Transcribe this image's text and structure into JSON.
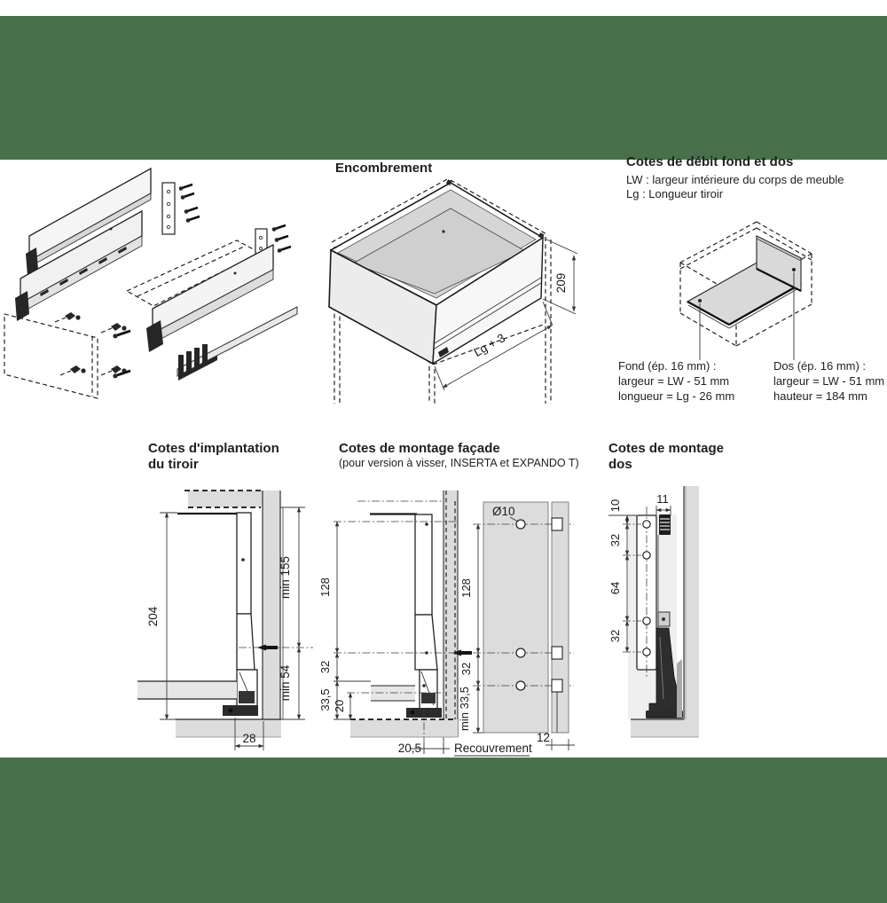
{
  "theme": {
    "band_green": "#48714B",
    "paper": "#ffffff",
    "line": "#1a1a1a",
    "panel_gray": "#dcdcdc"
  },
  "headers": {
    "encombrement": "Encombrement",
    "debit_title": "Cotes de débit fond et dos",
    "debit_lw": "LW : largeur intérieure du corps de meuble",
    "debit_lg": "Lg : Longueur tiroir",
    "implantation_1": "Cotes d'implantation",
    "implantation_2": "du tiroir",
    "facade_title": "Cotes de montage façade",
    "facade_sub": "(pour version à visser, INSERTA et EXPANDO T)",
    "dos_1": "Cotes de montage",
    "dos_2": "dos"
  },
  "encombrement": {
    "height": "209",
    "length": "Lg + 3"
  },
  "debit": {
    "fond_title": "Fond (ép. 16 mm) :",
    "fond_l1": "largeur = LW - 51 mm",
    "fond_l2": "longueur = Lg - 26 mm",
    "dos_title": "Dos (ép. 16 mm) :",
    "dos_l1": "largeur = LW - 51 mm",
    "dos_l2": "hauteur = 184 mm"
  },
  "implantation": {
    "h204": "204",
    "min155": "min 155",
    "min54": "min 54",
    "w28": "28"
  },
  "facade": {
    "d128l": "128",
    "d32l": "32",
    "d335l": "33,5",
    "d20": "20",
    "d205": "20,5",
    "recouvrement": "Recouvrement",
    "dia": "Ø10",
    "d128r": "128",
    "d32r": "32",
    "min335": "min 33,5",
    "d12": "12"
  },
  "dos": {
    "d10": "10",
    "d11": "11",
    "d32a": "32",
    "d64": "64",
    "d32b": "32"
  }
}
